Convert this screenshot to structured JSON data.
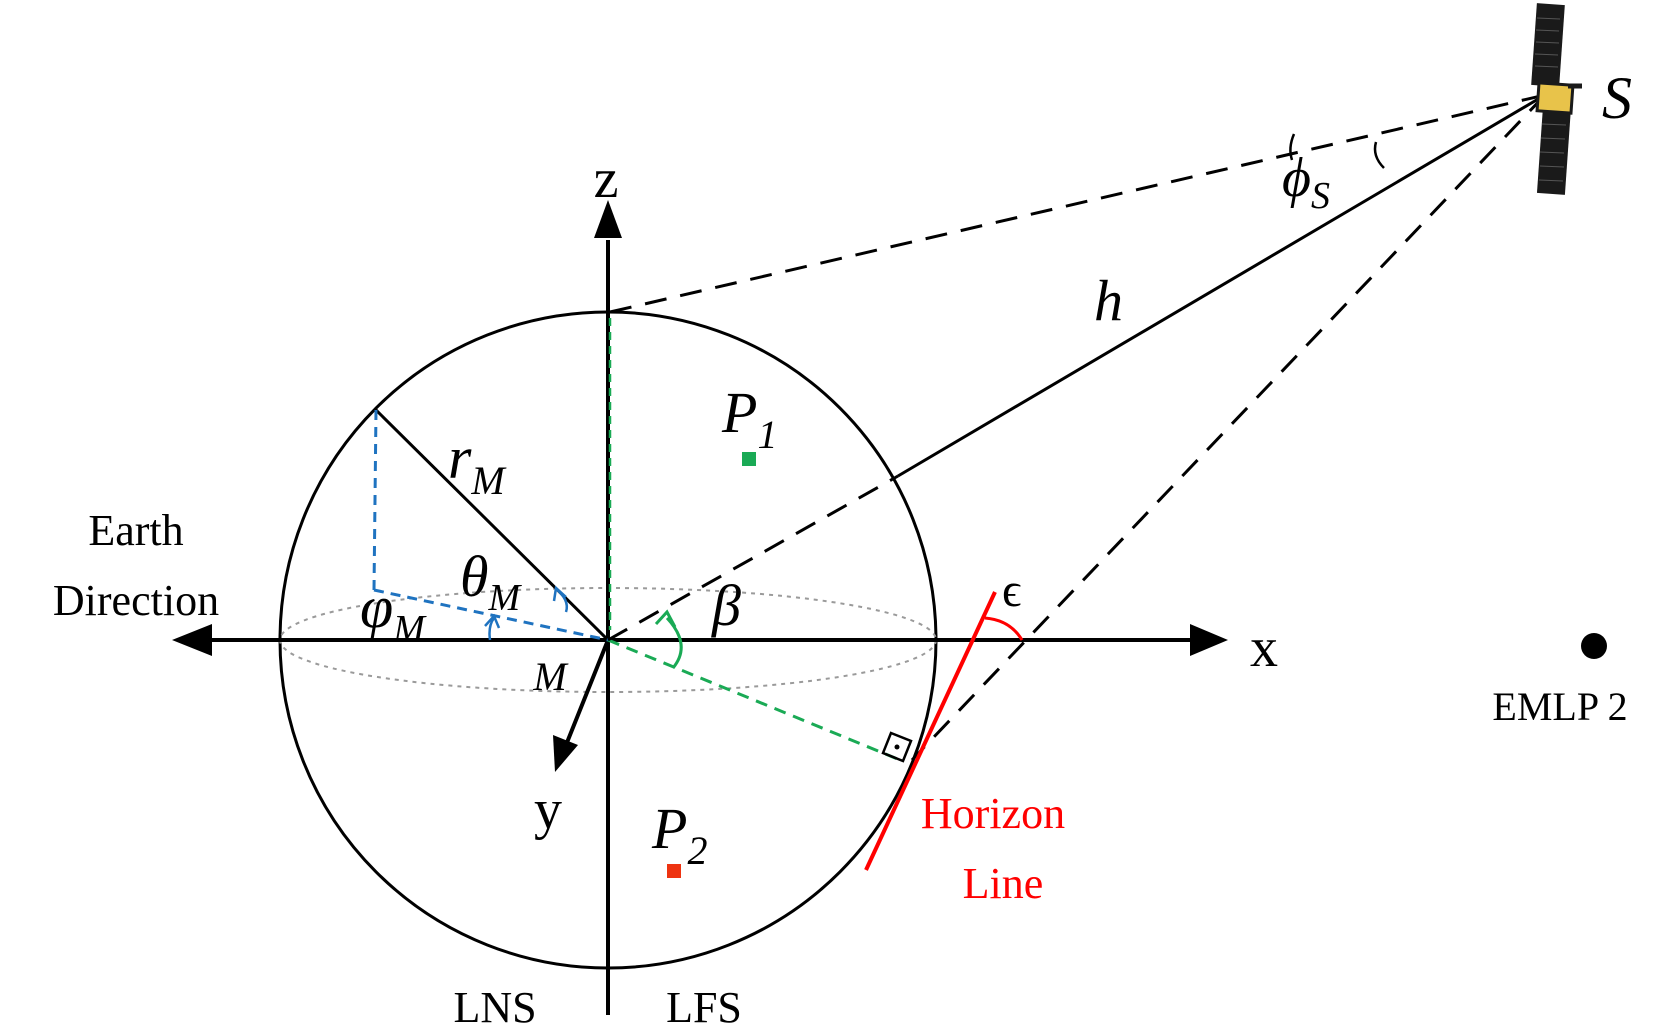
{
  "diagram": {
    "axes": {
      "x": "x",
      "y": "y",
      "z": "z"
    },
    "earth_direction": {
      "line1": "Earth",
      "line2": "Direction"
    },
    "moon_center": "M",
    "radius": {
      "main": "r",
      "sub": "M"
    },
    "theta": {
      "main": "θ",
      "sub": "M"
    },
    "phi": {
      "main": "φ",
      "sub": "M"
    },
    "beta": "β",
    "epsilon": "ϵ",
    "altitude": "h",
    "satellite": "S",
    "phi_s": {
      "main": "ϕ",
      "sub": "S"
    },
    "point1": {
      "main": "P",
      "sub": "1"
    },
    "point2": {
      "main": "P",
      "sub": "2"
    },
    "horizon": {
      "line1": "Horizon",
      "line2": "Line"
    },
    "lagrange_point": "EMLP 2",
    "near_side": "LNS",
    "far_side": "LFS",
    "colors": {
      "line": "#000000",
      "horizon": "#ff0000",
      "projection": "#1f73c0",
      "elevation": "#1aaa55",
      "point1": "#1aaa55",
      "point2": "#ee3311",
      "ellipse": "#9a9a9a",
      "satellite_panel": "#1a1a1a",
      "satellite_body": "#e8c34a"
    }
  }
}
